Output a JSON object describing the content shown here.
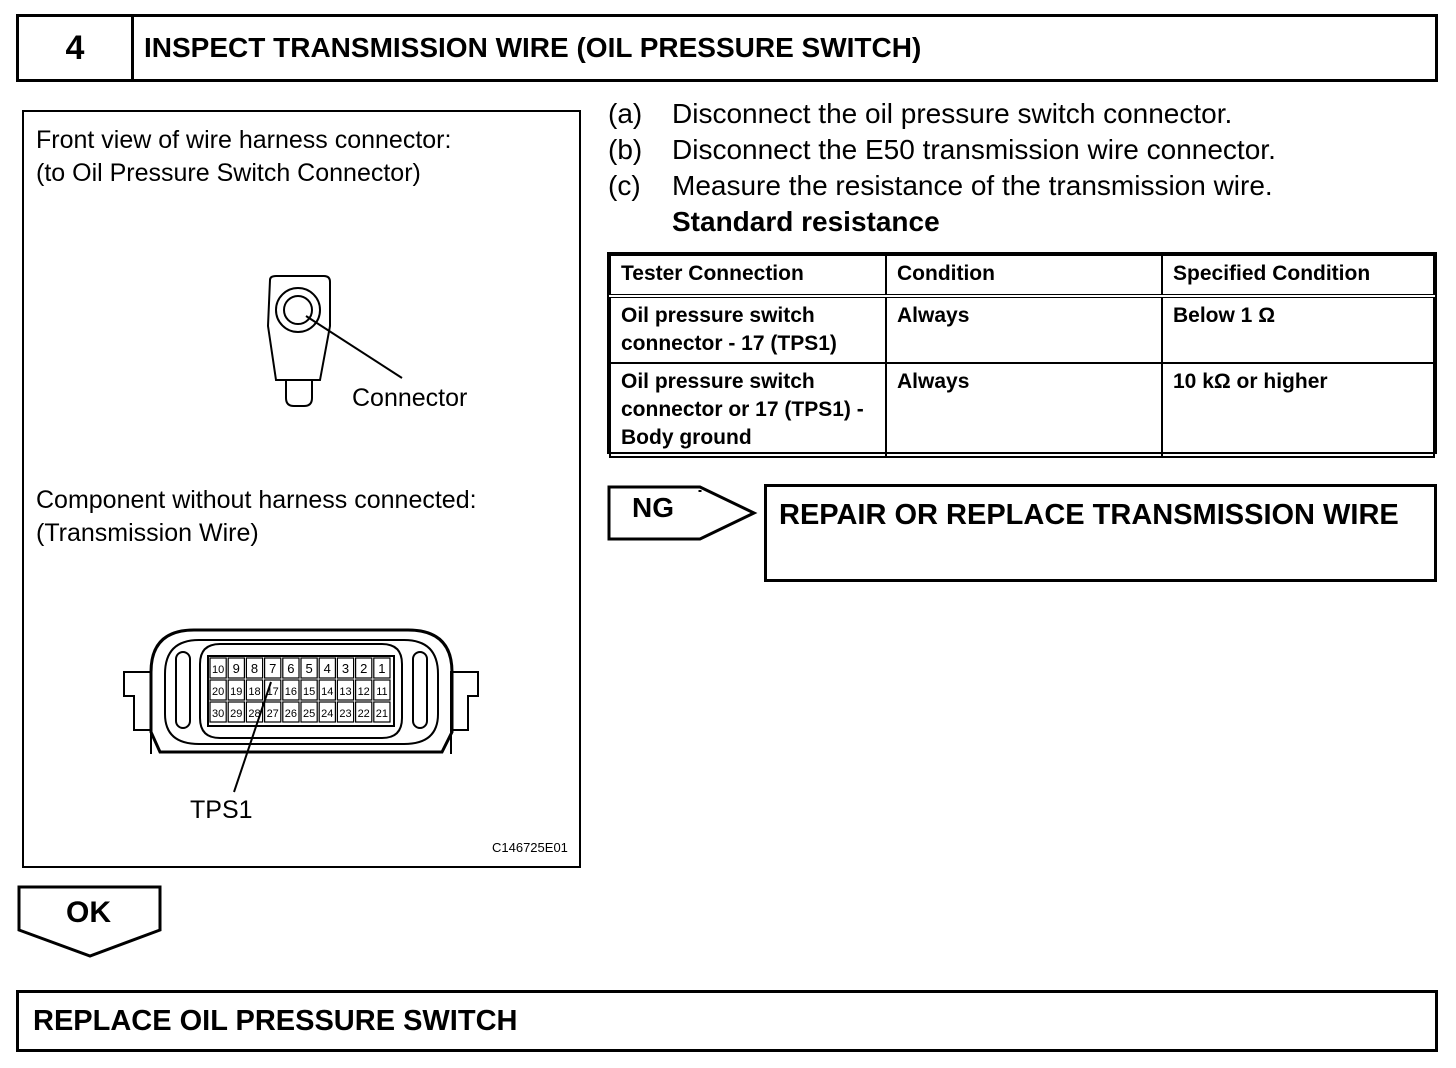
{
  "step": {
    "number": "4",
    "title": "INSPECT TRANSMISSION WIRE (OIL PRESSURE SWITCH)"
  },
  "illustration": {
    "front_view_line1": "Front view of wire harness connector:",
    "front_view_line2": "(to Oil Pressure Switch Connector)",
    "connector_label": "Connector",
    "component_line1": "Component without harness connected:",
    "component_line2": "(Transmission Wire)",
    "pin_rows": [
      [
        "10",
        "9",
        "8",
        "7",
        "6",
        "5",
        "4",
        "3",
        "2",
        "1"
      ],
      [
        "20",
        "19",
        "18",
        "17",
        "16",
        "15",
        "14",
        "13",
        "12",
        "11"
      ],
      [
        "30",
        "29",
        "28",
        "27",
        "26",
        "25",
        "24",
        "23",
        "22",
        "21"
      ]
    ],
    "pin_label": "TPS1",
    "figure_code": "C146725E01"
  },
  "instructions": [
    {
      "letter": "(a)",
      "text": "Disconnect the oil pressure switch connector."
    },
    {
      "letter": "(b)",
      "text": "Disconnect the E50 transmission wire connector."
    },
    {
      "letter": "(c)",
      "text": "Measure the resistance of the transmission wire."
    }
  ],
  "standard_label": "Standard resistance",
  "table": {
    "headers": [
      "Tester Connection",
      "Condition",
      "Specified Condition"
    ],
    "rows": [
      {
        "connection": "Oil pressure switch connector - 17 (TPS1)",
        "condition": "Always",
        "specified": "Below 1 Ω"
      },
      {
        "connection": "Oil pressure switch connector or 17 (TPS1) - Body ground",
        "condition": "Always",
        "specified": "10 kΩ or higher"
      }
    ]
  },
  "ng": {
    "label": "NG",
    "action": "REPAIR OR REPLACE TRANSMISSION WIRE"
  },
  "ok": {
    "label": "OK",
    "action": "REPLACE OIL PRESSURE SWITCH"
  }
}
